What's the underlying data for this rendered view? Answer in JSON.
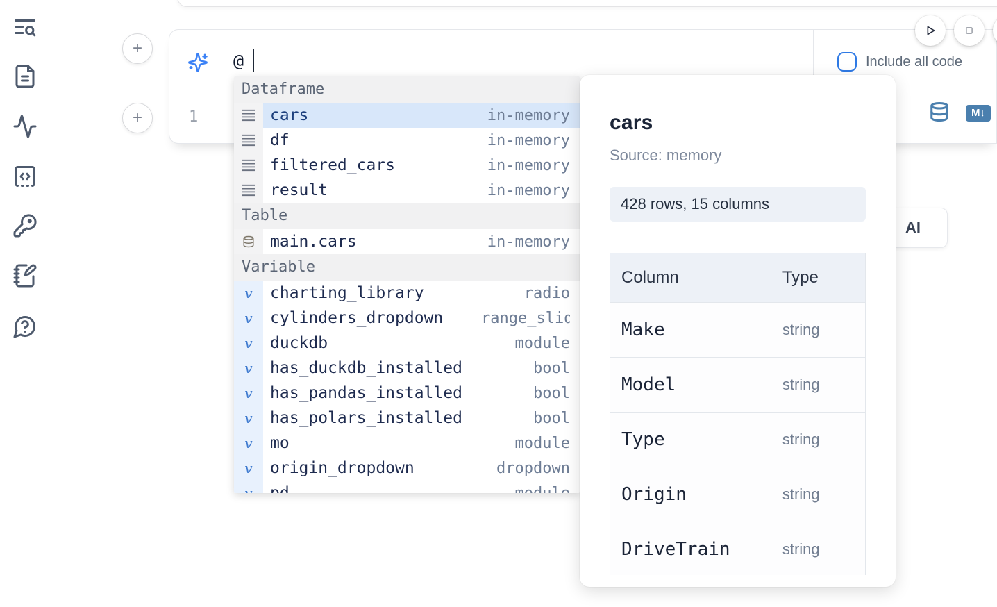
{
  "sidebar": {
    "icons": [
      {
        "name": "list-search-icon"
      },
      {
        "name": "file-text-icon"
      },
      {
        "name": "activity-icon"
      },
      {
        "name": "code-snippet-icon"
      },
      {
        "name": "key-icon"
      },
      {
        "name": "notebook-pen-icon"
      },
      {
        "name": "help-circle-icon"
      }
    ]
  },
  "run_controls": {
    "play_icon": "play-icon",
    "stop_icon": "stop-icon"
  },
  "add_buttons": {
    "plus_label": "+"
  },
  "ai_prompt": {
    "value": "@",
    "sparkle_icon": "sparkles-icon",
    "include_all_code": {
      "label": "Include all code",
      "checked": false
    }
  },
  "editor": {
    "line_number": "1",
    "database_icon": "database-icon",
    "markdown_badge": "M↓"
  },
  "ai_button": {
    "label": "AI"
  },
  "autocomplete": {
    "sections": [
      {
        "label": "Dataframe",
        "kind": "dataframe",
        "items": [
          {
            "label": "cars",
            "detail": "in-memory",
            "selected": true
          },
          {
            "label": "df",
            "detail": "in-memory"
          },
          {
            "label": "filtered_cars",
            "detail": "in-memory"
          },
          {
            "label": "result",
            "detail": "in-memory"
          }
        ]
      },
      {
        "label": "Table",
        "kind": "table",
        "items": [
          {
            "label": "main.cars",
            "detail": "in-memory"
          }
        ]
      },
      {
        "label": "Variable",
        "kind": "variable",
        "items": [
          {
            "label": "charting_library",
            "detail": "radio"
          },
          {
            "label": "cylinders_dropdown",
            "detail": "range_slider",
            "detail_clipped": true
          },
          {
            "label": "duckdb",
            "detail": "module"
          },
          {
            "label": "has_duckdb_installed",
            "detail": "bool"
          },
          {
            "label": "has_pandas_installed",
            "detail": "bool"
          },
          {
            "label": "has_polars_installed",
            "detail": "bool"
          },
          {
            "label": "mo",
            "detail": "module"
          },
          {
            "label": "origin_dropdown",
            "detail": "dropdown"
          },
          {
            "label": "pd",
            "detail": "module",
            "row_clipped": true
          }
        ]
      }
    ]
  },
  "preview": {
    "title": "cars",
    "source": "Source: memory",
    "shape": "428 rows, 15 columns",
    "table": {
      "headers": [
        "Column",
        "Type"
      ],
      "rows": [
        {
          "column": "Make",
          "type": "string"
        },
        {
          "column": "Model",
          "type": "string"
        },
        {
          "column": "Type",
          "type": "string"
        },
        {
          "column": "Origin",
          "type": "string"
        },
        {
          "column": "DriveTrain",
          "type": "string"
        }
      ],
      "clipped_extra_row": true
    }
  },
  "colors": {
    "accent_blue": "#3c82f6",
    "selection_blue": "#d8e7fa",
    "steel_blue": "#4a7fae",
    "checkbox_blue": "#2f7ae5",
    "variable_blue": "#3f7bd0"
  }
}
